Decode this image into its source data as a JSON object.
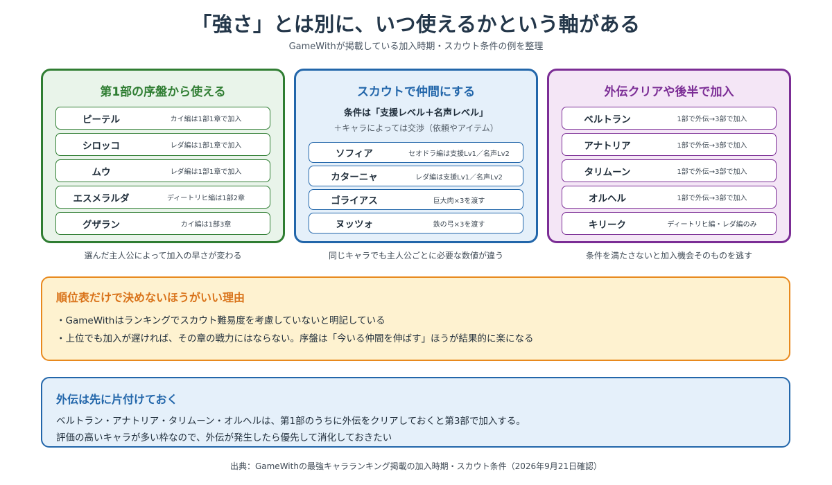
{
  "title": "「強さ」とは別に、いつ使えるかという軸がある",
  "subtitle": "GameWithが掲載している加入時期・スカウト条件の例を整理",
  "panels": {
    "early": {
      "title": "第1部の序盤から使える",
      "caption": "選んだ主人公によって加入の早さが変わる",
      "rows": [
        {
          "name": "ピーテル",
          "detail": "カイ編は1部1章で加入"
        },
        {
          "name": "シロッコ",
          "detail": "レダ編は1部1章で加入"
        },
        {
          "name": "ムウ",
          "detail": "レダ編は1部1章で加入"
        },
        {
          "name": "エスメラルダ",
          "detail": "ディートリヒ編は1部2章"
        },
        {
          "name": "グザラン",
          "detail": "カイ編は1部3章"
        }
      ]
    },
    "scout": {
      "title": "スカウトで仲間にする",
      "condition": "条件は「支援レベル＋名声レベル」",
      "condition_sub": "＋キャラによっては交渉（依頼やアイテム）",
      "caption": "同じキャラでも主人公ごとに必要な数値が違う",
      "rows": [
        {
          "name": "ソフィア",
          "detail": "セオドラ編は支援Lv1／名声Lv2"
        },
        {
          "name": "カターニャ",
          "detail": "レダ編は支援Lv1／名声Lv2"
        },
        {
          "name": "ゴライアス",
          "detail": "巨大肉×3を渡す"
        },
        {
          "name": "ヌッツォ",
          "detail": "鉄の弓×3を渡す"
        }
      ]
    },
    "late": {
      "title": "外伝クリアや後半で加入",
      "caption": "条件を満たさないと加入機会そのものを逃す",
      "rows": [
        {
          "name": "ベルトラン",
          "detail": "1部で外伝→3部で加入"
        },
        {
          "name": "アナトリア",
          "detail": "1部で外伝→3部で加入"
        },
        {
          "name": "タリムーン",
          "detail": "1部で外伝→3部で加入"
        },
        {
          "name": "オルヘル",
          "detail": "1部で外伝→3部で加入"
        },
        {
          "name": "キリーク",
          "detail": "ディートリヒ編・レダ編のみ"
        }
      ]
    }
  },
  "reason_box": {
    "title": "順位表だけで決めないほうがいい理由",
    "lines": [
      "・GameWithはランキングでスカウト難易度を考慮していないと明記している",
      "・上位でも加入が遅ければ、その章の戦力にはならない。序盤は「今いる仲間を伸ばす」ほうが結果的に楽になる"
    ]
  },
  "side_story_box": {
    "title": "外伝は先に片付けておく",
    "lines": [
      "ベルトラン・アナトリア・タリムーン・オルヘルは、第1部のうちに外伝をクリアしておくと第3部で加入する。",
      "評価の高いキャラが多い枠なので、外伝が発生したら優先して消化しておきたい"
    ]
  },
  "source": "出典：GameWithの最強キャラランキング掲載の加入時期・スカウト条件（2026年9月21日確認）"
}
